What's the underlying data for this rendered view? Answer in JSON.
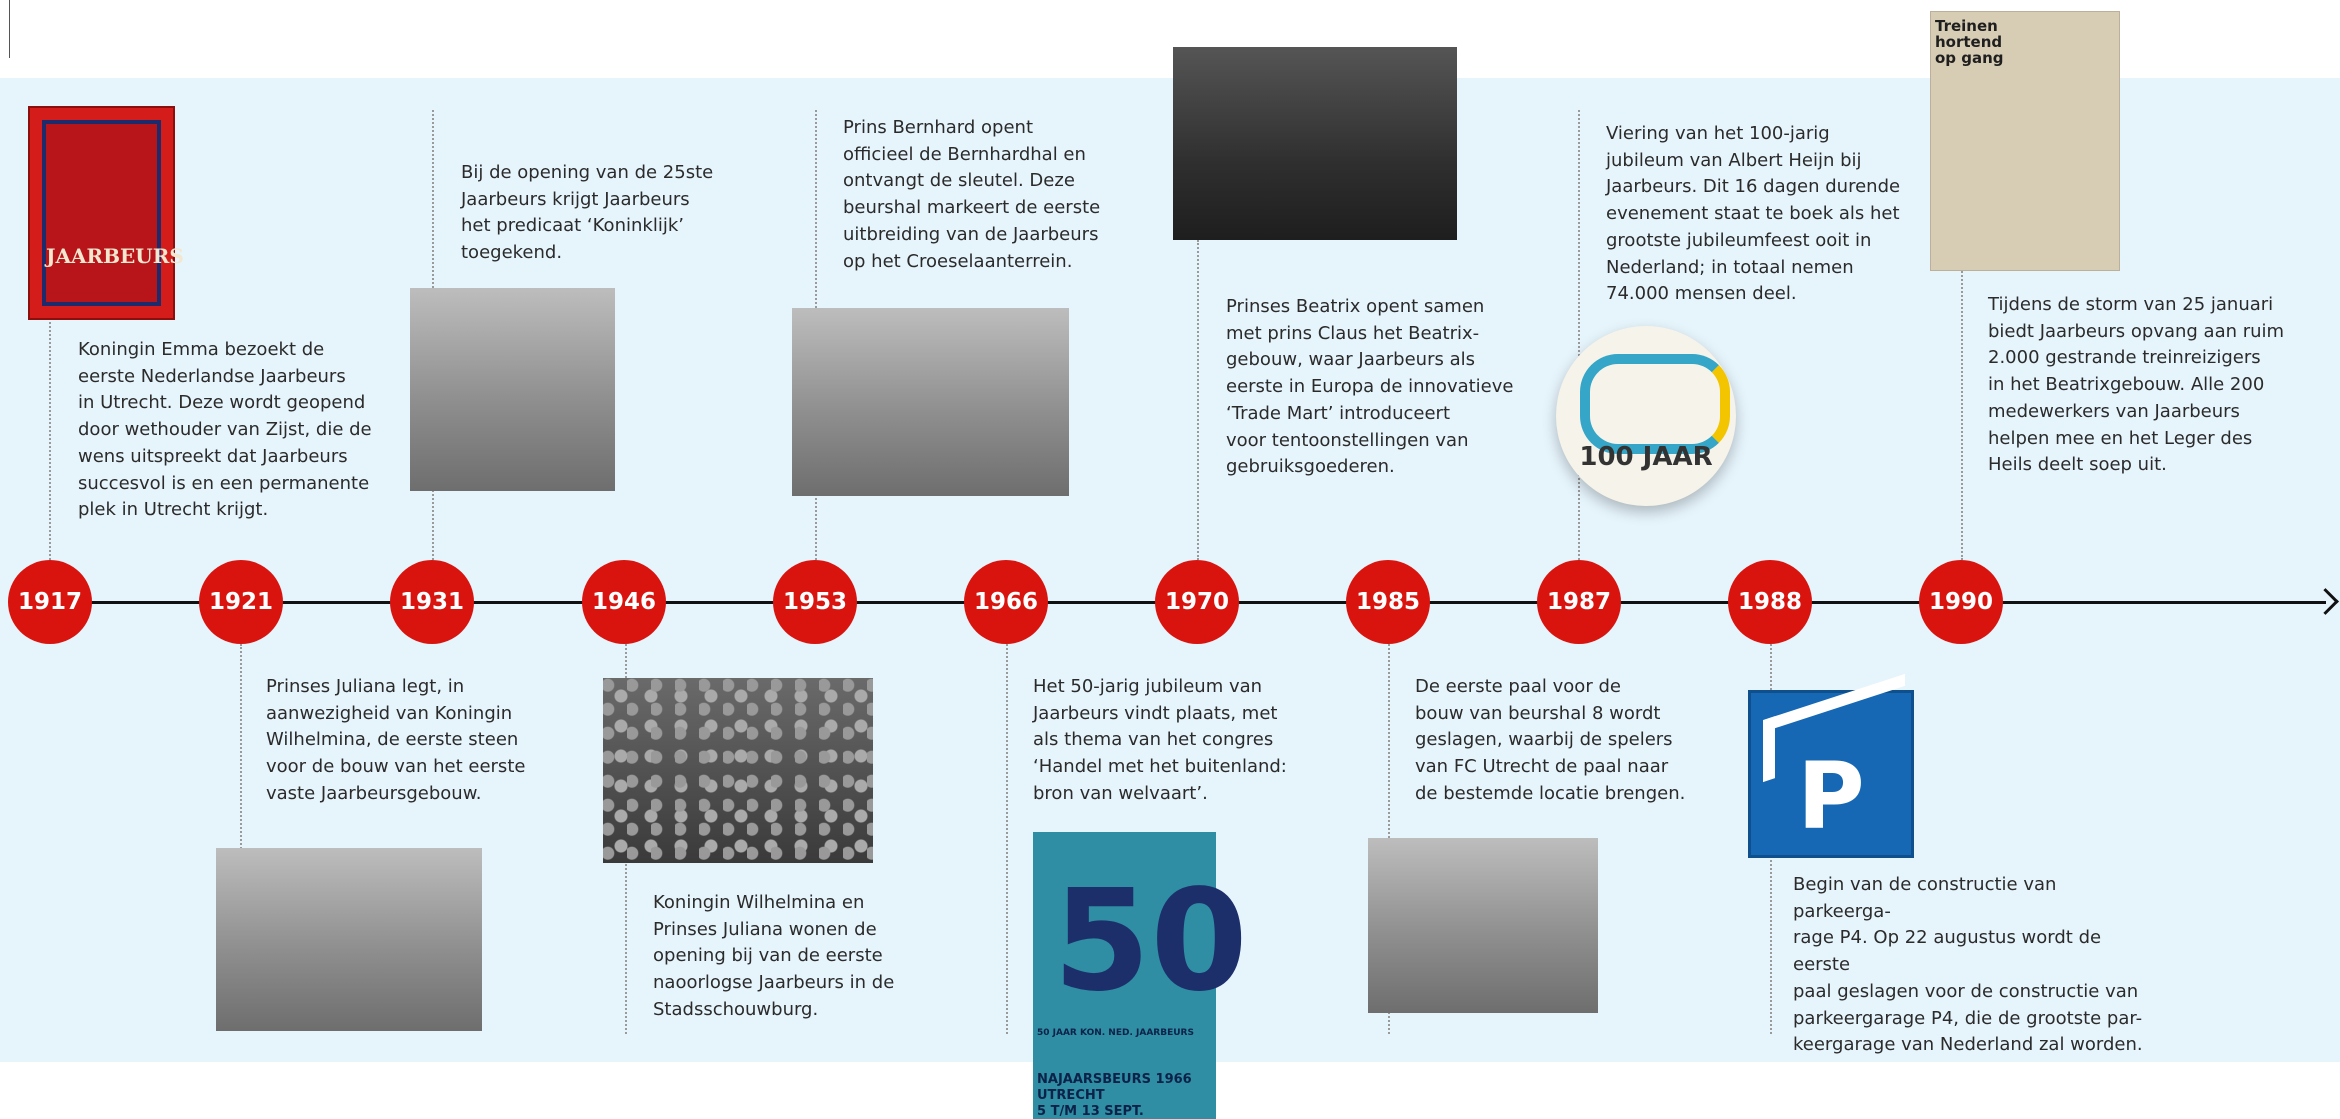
{
  "years": [
    "1917",
    "1921",
    "1931",
    "1946",
    "1953",
    "1966",
    "1970",
    "1985",
    "1987",
    "1988",
    "1990"
  ],
  "texts": {
    "t1917": "Koningin Emma bezoekt de\neerste Nederlandse Jaarbeurs\nin Utrecht. Deze wordt geopend\ndoor wethouder van Zijst, die de\nwens uitspreekt dat Jaarbeurs\nsuccesvol is en een permanente\nplek in Utrecht krijgt.",
    "t1921": "Prinses Juliana legt, in\naanwezigheid van Koningin\nWilhelmina, de eerste steen\nvoor de bouw van het eerste\nvaste Jaarbeursgebouw.",
    "t1931": "Bij de opening van de 25ste\nJaarbeurs krijgt Jaarbeurs\nhet predicaat ‘Koninklijk’\ntoegekend.",
    "t1946": "Koningin Wilhelmina en\nPrinses Juliana wonen de\nopening bij van de eerste\nnaoorlogse Jaarbeurs in de\nStadsschouwburg.",
    "t1953": "Prins Bernhard opent\nofficieel de Bernhardhal en\nontvangt de sleutel. Deze\nbeurshal markeert de eerste\nuitbreiding van de Jaarbeurs\nop het Croeselaanterrein.",
    "t1966": "Het 50-jarig jubileum van\nJaarbeurs vindt plaats, met\nals thema van het congres\n‘Handel met het buitenland:\nbron van welvaart’.",
    "t1970": "Prinses Beatrix opent samen\nmet prins Claus het Beatrix-\ngebouw, waar Jaarbeurs als\neerste in Europa de innovatieve\n‘Trade Mart’ introduceert\nvoor tentoonstellingen van\ngebruiksgoederen.",
    "t1985": "De eerste paal voor de\nbouw van beurshal 8 wordt\ngeslagen, waarbij de spelers\nvan FC Utrecht de paal naar\nde bestemde locatie brengen.",
    "t1987": "Viering van het 100-jarig\njubileum van Albert Heijn bij\nJaarbeurs. Dit 16 dagen durende\nevenement staat te boek als het\ngrootste jubileumfeest ooit in\nNederland; in totaal nemen\n74.000 mensen deel.",
    "t1988": "Begin van de constructie van parkeerga-\nrage P4. Op 22 augustus wordt de eerste\npaal geslagen voor de constructie van\nparkeergarage P4, die de grootste par-\nkeergarage van Nederland zal worden.",
    "t1990": "Tijdens de storm van 25 januari\nbiedt Jaarbeurs opvang aan ruim\n2.000 gestrande treinreizigers\nin het Beatrixgebouw. Alle 200\nmedewerkers van Jaarbeurs\nhelpen mee en het Leger des\nHeils deelt soep uit."
  },
  "poster1917": "JAARBEURS",
  "poster1966": {
    "big": "50",
    "line1": "50 JAAR KON. NED. JAARBEURS",
    "line2": "NAJAARSBEURS 1966",
    "line3": "UTRECHT",
    "line4": "5 T/M 13 SEPT."
  },
  "badge1987": "100 JAAR",
  "parking1988": "P",
  "newspaper1990": "Treinen\nhortend\nop gang",
  "colors": {
    "node": "#d9140f",
    "band": "#e6f4fc",
    "axis": "#111111"
  }
}
